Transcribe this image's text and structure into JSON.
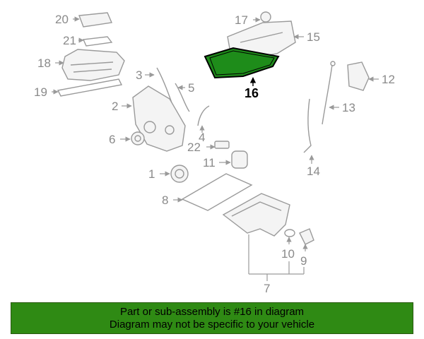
{
  "colors": {
    "highlight": "#1e8c1a",
    "banner_bg": "#2f8a14",
    "part_gray": "#9a9a9a"
  },
  "callouts": {
    "c1": "1",
    "c2": "2",
    "c3": "3",
    "c4": "4",
    "c5": "5",
    "c6": "6",
    "c7": "7",
    "c8": "8",
    "c9": "9",
    "c10": "10",
    "c11": "11",
    "c12": "12",
    "c13": "13",
    "c14": "14",
    "c15": "15",
    "c16": "16",
    "c17": "17",
    "c18": "18",
    "c19": "19",
    "c20": "20",
    "c21": "21",
    "c22": "22"
  },
  "banner": {
    "line1": "Part or sub-assembly is #16 in diagram",
    "line2": "Diagram may not be specific to your vehicle"
  }
}
